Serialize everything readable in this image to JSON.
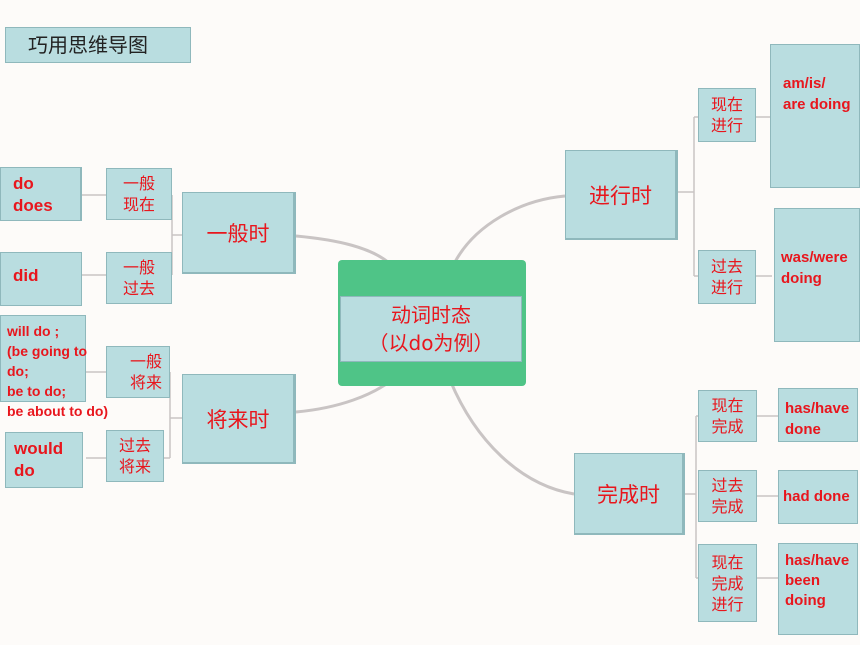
{
  "title": "巧用思维导图",
  "center": {
    "line1": "动词时态",
    "line2": "（以do为例）"
  },
  "branches": {
    "simple": {
      "label": "一般时",
      "present": {
        "label": [
          "一般",
          "现在"
        ],
        "leaf": [
          "do",
          "does"
        ]
      },
      "past": {
        "label": [
          "一般",
          "过去"
        ],
        "leaf": [
          "did"
        ]
      }
    },
    "future": {
      "label": "将来时",
      "general": {
        "label": [
          "一般",
          "将来"
        ],
        "leaf": [
          "will do ;",
          "(be going to",
          "do;",
          "be to do;",
          "be about to do)"
        ]
      },
      "past": {
        "label": [
          "过去",
          "将来"
        ],
        "leaf": [
          "would",
          "do"
        ]
      }
    },
    "progressive": {
      "label": "进行时",
      "present": {
        "label": [
          "现在",
          "进行"
        ],
        "leaf": [
          "am/is/",
          "are doing"
        ]
      },
      "past": {
        "label": [
          "过去",
          "进行"
        ],
        "leaf": [
          "was/were",
          "doing"
        ]
      }
    },
    "perfect": {
      "label": "完成时",
      "present": {
        "label": [
          "现在",
          "完成"
        ],
        "leaf": [
          "has/have",
          "done"
        ]
      },
      "past": {
        "label": [
          "过去",
          "完成"
        ],
        "leaf": [
          "had done"
        ]
      },
      "present_progressive": {
        "label": [
          "现在",
          "完成",
          "进行"
        ],
        "leaf": [
          "has/have",
          "been",
          "doing"
        ]
      }
    }
  },
  "colors": {
    "text": "#e8161d",
    "box": "#b9dde0",
    "center": "#4fc487",
    "connector": "#c9c4c4"
  }
}
